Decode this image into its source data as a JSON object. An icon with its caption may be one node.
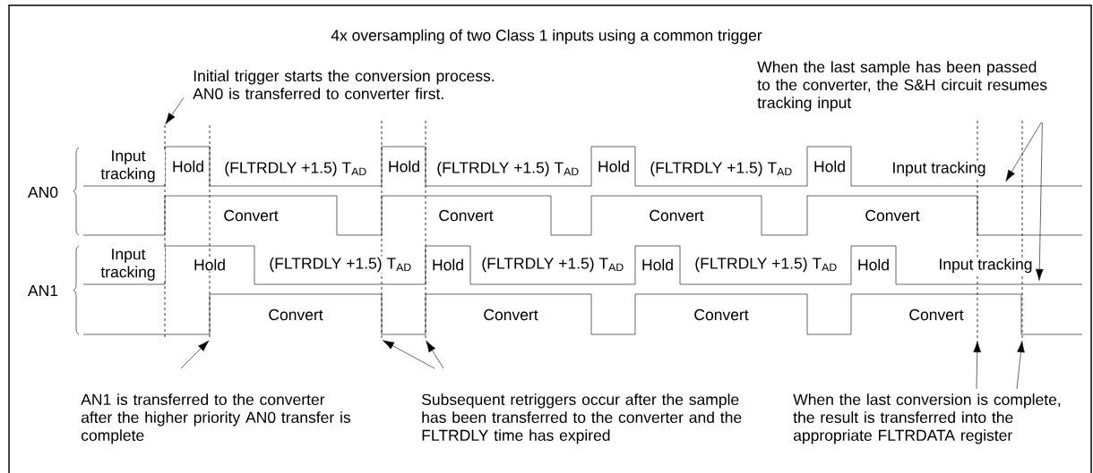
{
  "diagram": {
    "nodes": [
      {
        "text": [
          "Initial trigger starts the conversion process. AN0 is transferred to converter first."
        ]
      },
      {
        "text": [
          "When the last sample has been passed to the converter, the S&H circuit resumes tracking input"
        ]
      },
      {
        "text": [
          "AN1 is transferred to the converter after the higher priority AN0 transfer is complete"
        ]
      },
      {
        "text": [
          "Subsequent retriggers occur after the sample has been transferred to the converter and the FLTRDLY time has expired"
        ]
      },
      {
        "text": [
          "When the last conversion is complete, the result is transferred into the appropriate FLTRDATA register"
        ]
      },
      {
        "text": [],
        "shape": "line"
      },
      {
        "text": [],
        "shape": "line"
      },
      {
        "text": [],
        "shape": "line"
      },
      {
        "text": [],
        "shape": "line"
      },
      {
        "text": [],
        "shape": "line"
      },
      {
        "text": [],
        "shape": "line"
      },
      {
        "text": [],
        "shape": "line"
      },
      {
        "text": [],
        "shape": "line"
      }
    ],
    "edges": [
      {
        "from": 0,
        "to": 5,
        "arrow": "to"
      },
      {
        "from": 1,
        "to": 11,
        "arrow": "to"
      },
      {
        "from": 1,
        "to": 12,
        "arrow": "to"
      },
      {
        "from": 2,
        "to": 6,
        "arrow": "to"
      },
      {
        "from": 3,
        "to": 7,
        "arrow": "to"
      },
      {
        "from": 3,
        "to": 8,
        "arrow": "to"
      },
      {
        "from": 4,
        "to": 9,
        "arrow": "to"
      },
      {
        "from": 4,
        "to": 10,
        "arrow": "to"
      }
    ],
    "labels": [
      "4x oversampling of two Class 1 inputs using a common trigger",
      "Input tracking",
      "Hold",
      "(FLTRDLY +1.5) T$_{AD}$",
      "Hold",
      "(FLTRDLY +1.5) T$_{AD}$",
      "Hold",
      "(FLTRDLY +1.5) T$_{AD}$",
      "Hold",
      "Input tracking",
      "AN0",
      "Convert",
      "Convert",
      "Convert",
      "Convert",
      "Input tracking",
      "Hold",
      "(FLTRDLY +1.5) T$_{AD}$",
      "Hold",
      "(FLTRDLY +1.5) T$_{AD}$",
      "Hold",
      "(FLTRDLY +1.5) T$_{AD}$",
      "Hold",
      "Input tracking",
      "AN1",
      "Convert",
      "Convert",
      "Convert",
      "Convert"
    ]
  }
}
